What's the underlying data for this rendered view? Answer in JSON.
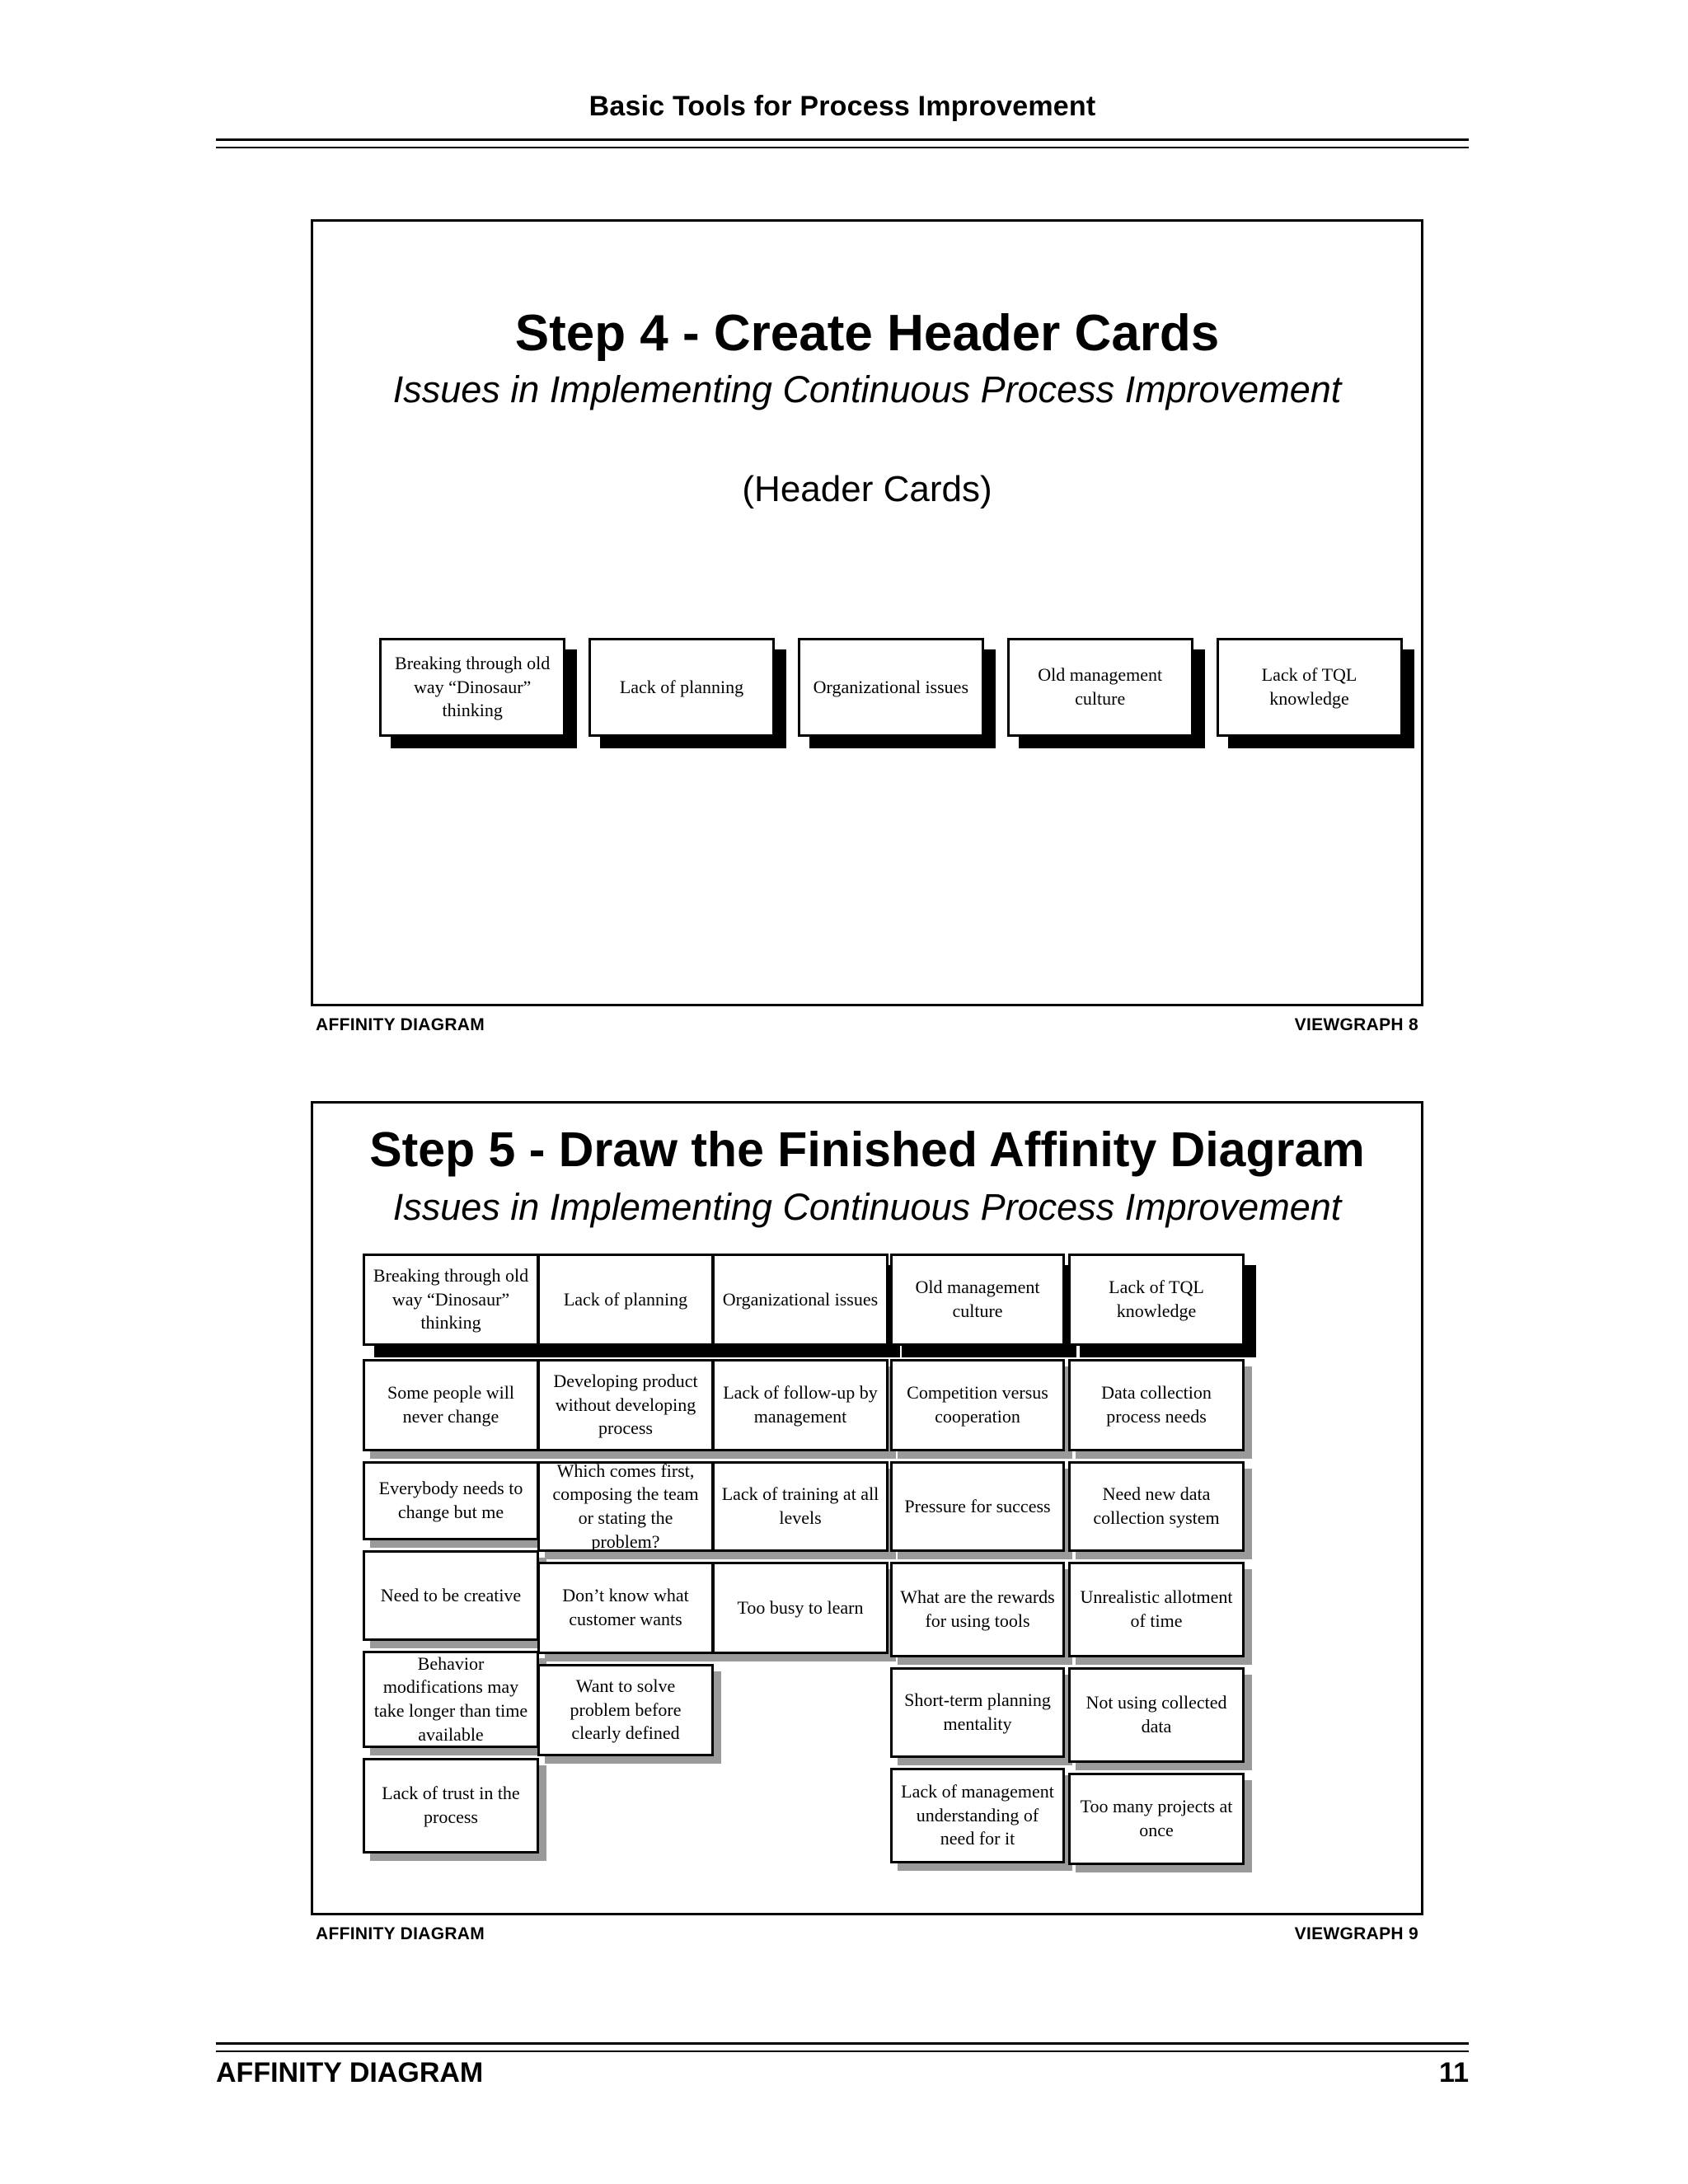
{
  "page": {
    "header_title": "Basic Tools for Process Improvement",
    "footer_label": "AFFINITY DIAGRAM",
    "page_number": "11"
  },
  "viewgraph8": {
    "title": "Step 4 - Create Header Cards",
    "subtitle": "Issues in Implementing Continuous Process Improvement",
    "note": "(Header Cards)",
    "caption_left": "AFFINITY DIAGRAM",
    "caption_right": "VIEWGRAPH 8",
    "header_cards": [
      "Breaking through old way “Dinosaur” thinking",
      "Lack of planning",
      "Organizational issues",
      "Old management culture",
      "Lack of TQL knowledge"
    ]
  },
  "viewgraph9": {
    "title": "Step 5 - Draw the Finished Affinity Diagram",
    "subtitle": "Issues in Implementing Continuous Process Improvement",
    "caption_left": "AFFINITY DIAGRAM",
    "caption_right": "VIEWGRAPH 9",
    "columns": [
      {
        "header": "Breaking through old way “Dinosaur” thinking",
        "cards": [
          "Some people will never change",
          "Everybody needs to change but me",
          "Need to be creative",
          "Behavior modifications may take longer than time available",
          "Lack of trust in the process"
        ]
      },
      {
        "header": "Lack of planning",
        "cards": [
          "Developing product without developing process",
          "Which comes first, composing the team or stating the problem?",
          "Don’t know what customer wants",
          "Want to solve problem before clearly defined"
        ]
      },
      {
        "header": "Organizational issues",
        "cards": [
          "Lack of follow-up by management",
          "Lack of training at all levels",
          "Too busy to learn"
        ]
      },
      {
        "header": "Old management culture",
        "cards": [
          "Competition versus cooperation",
          "Pressure for success",
          "What are the rewards for using tools",
          "Short-term planning mentality",
          "Lack of management understanding of need for it"
        ]
      },
      {
        "header": "Lack of TQL knowledge",
        "cards": [
          "Data collection process needs",
          "Need new data collection system",
          "Unrealistic allotment of time",
          "Not using collected data",
          "Too many projects at once"
        ]
      }
    ]
  }
}
